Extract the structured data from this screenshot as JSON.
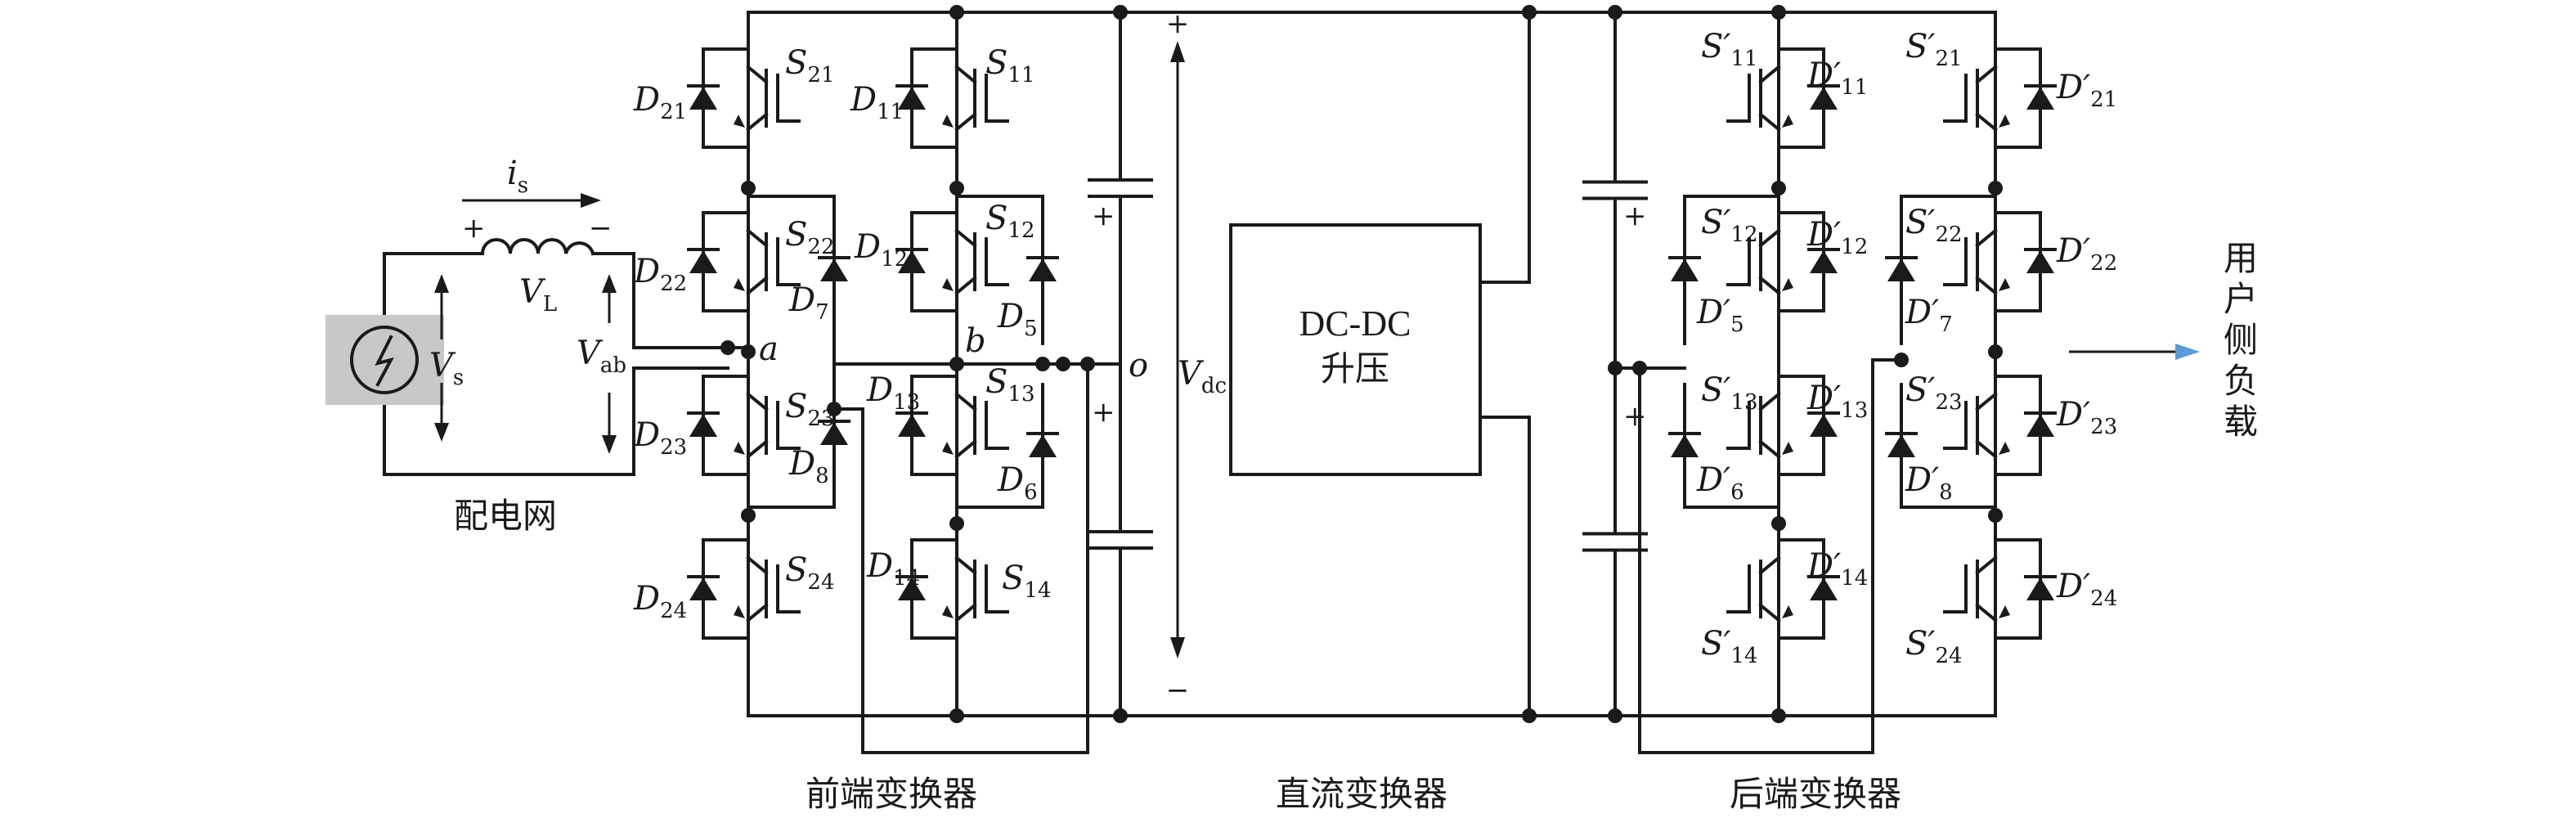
{
  "labels": {
    "source": "配电网",
    "front": "前端变换器",
    "dc": "直流变换器",
    "rear": "后端变换器",
    "load": [
      "用",
      "户",
      "侧",
      "负",
      "载"
    ],
    "box1": "DC-DC",
    "box2": "升压",
    "is": "i",
    "is_sub": "s",
    "VL": "V",
    "VL_sub": "L",
    "Vs": "V",
    "Vs_sub": "s",
    "Vab": "V",
    "Vab_sub": "ab",
    "Vdc": "V",
    "Vdc_sub": "dc",
    "a": "a",
    "b": "b",
    "o": "o",
    "plus": "+",
    "minus": "−"
  },
  "left_switches": {
    "S21": [
      "S",
      "21"
    ],
    "S22": [
      "S",
      "22"
    ],
    "S23": [
      "S",
      "23"
    ],
    "S24": [
      "S",
      "24"
    ],
    "D21": [
      "D",
      "21"
    ],
    "D22": [
      "D",
      "22"
    ],
    "D23": [
      "D",
      "23"
    ],
    "D24": [
      "D",
      "24"
    ],
    "D7": [
      "D",
      "7"
    ],
    "D8": [
      "D",
      "8"
    ]
  },
  "mid_switches": {
    "S11": [
      "S",
      "11"
    ],
    "S12": [
      "S",
      "12"
    ],
    "S13": [
      "S",
      "13"
    ],
    "S14": [
      "S",
      "14"
    ],
    "D11": [
      "D",
      "11"
    ],
    "D12": [
      "D",
      "12"
    ],
    "D13": [
      "D",
      "13"
    ],
    "D14": [
      "D",
      "14"
    ],
    "D5": [
      "D",
      "5"
    ],
    "D6": [
      "D",
      "6"
    ]
  },
  "rear_switches": {
    "S11p": [
      "S′",
      "11"
    ],
    "S12p": [
      "S′",
      "12"
    ],
    "S13p": [
      "S′",
      "13"
    ],
    "S14p": [
      "S′",
      "14"
    ],
    "D11p": [
      "D′",
      "11"
    ],
    "D12p": [
      "D′",
      "12"
    ],
    "D13p": [
      "D′",
      "13"
    ],
    "D14p": [
      "D′",
      "14"
    ],
    "S21p": [
      "S′",
      "21"
    ],
    "S22p": [
      "S′",
      "22"
    ],
    "S23p": [
      "S′",
      "23"
    ],
    "S24p": [
      "S′",
      "24"
    ],
    "D21p": [
      "D′",
      "21"
    ],
    "D22p": [
      "D′",
      "22"
    ],
    "D23p": [
      "D′",
      "23"
    ],
    "D24p": [
      "D′",
      "24"
    ],
    "D5p": [
      "D′",
      "5"
    ],
    "D6p": [
      "D′",
      "6"
    ],
    "D7p": [
      "D′",
      "7"
    ],
    "D8p": [
      "D′",
      "8"
    ]
  },
  "colors": {
    "arrow": "#5b9bd5",
    "wire": "#1a1a1a",
    "source_bg": "#c8c8c8"
  }
}
